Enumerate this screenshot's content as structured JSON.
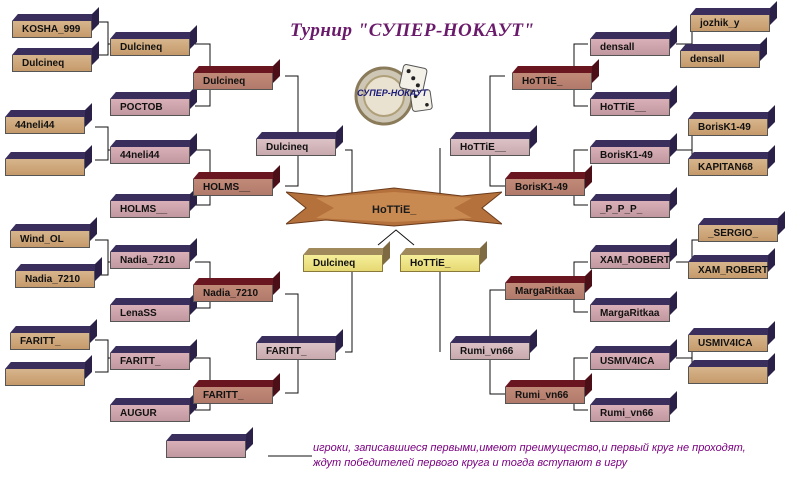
{
  "title": "Турнир \"СУПЕР-НОКАУТ\"",
  "logo": {
    "text": "СУПЕР-НОКАУТ",
    "icon": "dice-logo-icon"
  },
  "winner": "HoTTiE_",
  "finalists": {
    "left": "Dulcineq",
    "right": "HoTTiE_"
  },
  "left": {
    "round1": [
      "KOSHA_999",
      "Dulcineq",
      "44neli44",
      "",
      "Wind_OL",
      "Nadia_7210",
      "FARITT_",
      ""
    ],
    "round2": [
      "Dulcineq",
      "POCTOB",
      "44neli44",
      "HOLMS__",
      "Nadia_7210",
      "LenaSS",
      "FARITT_",
      "AUGUR"
    ],
    "round3": [
      "Dulcineq",
      "HOLMS__",
      "Nadia_7210",
      "FARITT_"
    ],
    "round4": [
      "Dulcineq",
      "FARITT_"
    ]
  },
  "right": {
    "round1": [
      "jozhik_y",
      "densall",
      "BorisK1-49",
      "KAPITAN68",
      "_SERGIO_",
      "XAM_ROBERT",
      "USMIV4ICA",
      ""
    ],
    "round2": [
      "densall",
      "HoTTiE__",
      "BorisK1-49",
      "_P_P_P_",
      "XAM_ROBERT",
      "MargaRitkaa",
      "USMIV4ICA",
      "Rumi_vn66"
    ],
    "round3": [
      "HoTTiE_",
      "BorisK1-49",
      "MargaRitkaa",
      "Rumi_vn66"
    ],
    "round4": [
      "HoTTiE__",
      "Rumi_vn66"
    ]
  },
  "legend_box": "",
  "notes": [
    "игроки, записавшиеся первыми,имеют преимущество,и первый круг не проходят,",
    "ждут победителей первого круга и тогда вступают в игру"
  ],
  "colors": {
    "round1": "#d7b58c",
    "round2": "#d9b0b8",
    "round3": "#b27a6a",
    "round4": "#dcc2c6",
    "final": "#f6ef9a",
    "note": "#7a0080",
    "title": "#6a1a6a"
  }
}
